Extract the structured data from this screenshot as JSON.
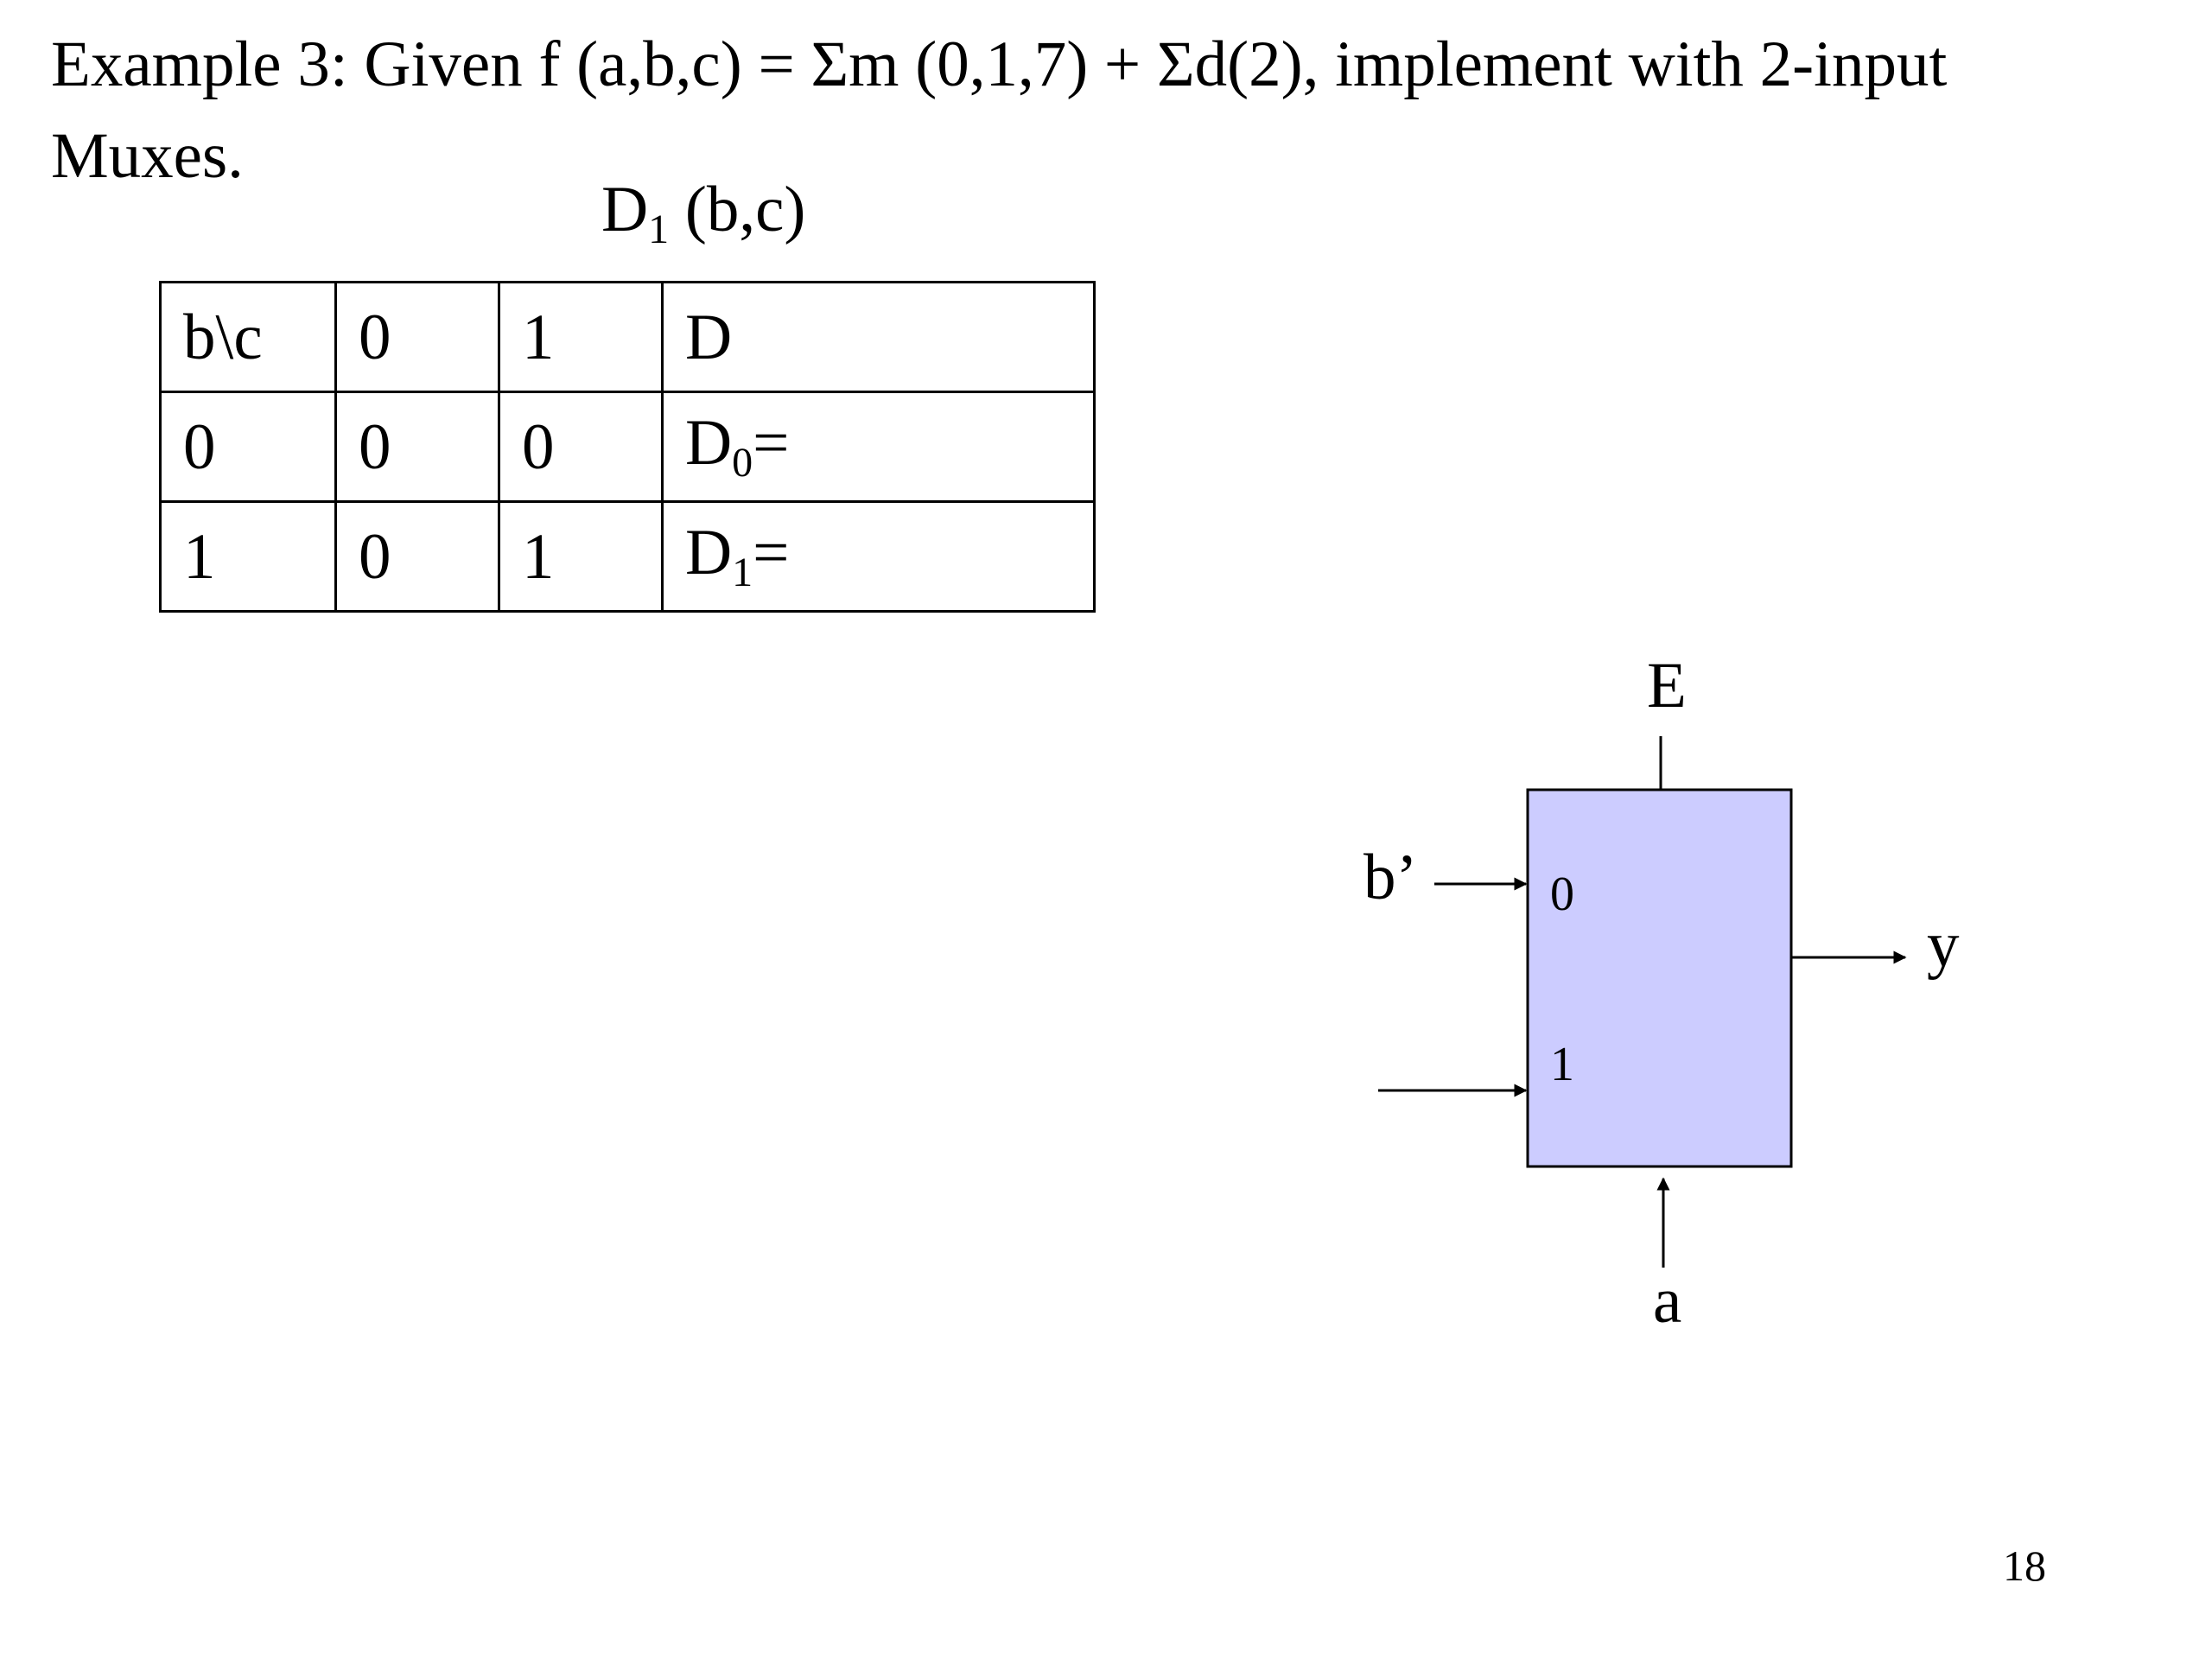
{
  "slide": {
    "title": "Example 3: Given f (a,b,c) = Σm (0,1,7) + Σd(2), implement with 2-input Muxes.",
    "page_number": "18"
  },
  "table_caption": {
    "main": "D",
    "sub": "1",
    "rest": " (b,c)"
  },
  "truth_table": {
    "header": [
      "b\\c",
      "0",
      "1",
      "D"
    ],
    "rows": [
      {
        "b": "0",
        "c0": "0",
        "c1": "0",
        "d_main": "D",
        "d_sub": "0",
        "d_eq": "="
      },
      {
        "b": "1",
        "c0": "0",
        "c1": "1",
        "d_main": "D",
        "d_sub": "1",
        "d_eq": "="
      }
    ]
  },
  "mux": {
    "enable_label": "E",
    "input0_signal": "b’",
    "input0_pin": "0",
    "input1_pin": "1",
    "output_label": "y",
    "select_label": "a",
    "body_color": "#ccccff"
  }
}
